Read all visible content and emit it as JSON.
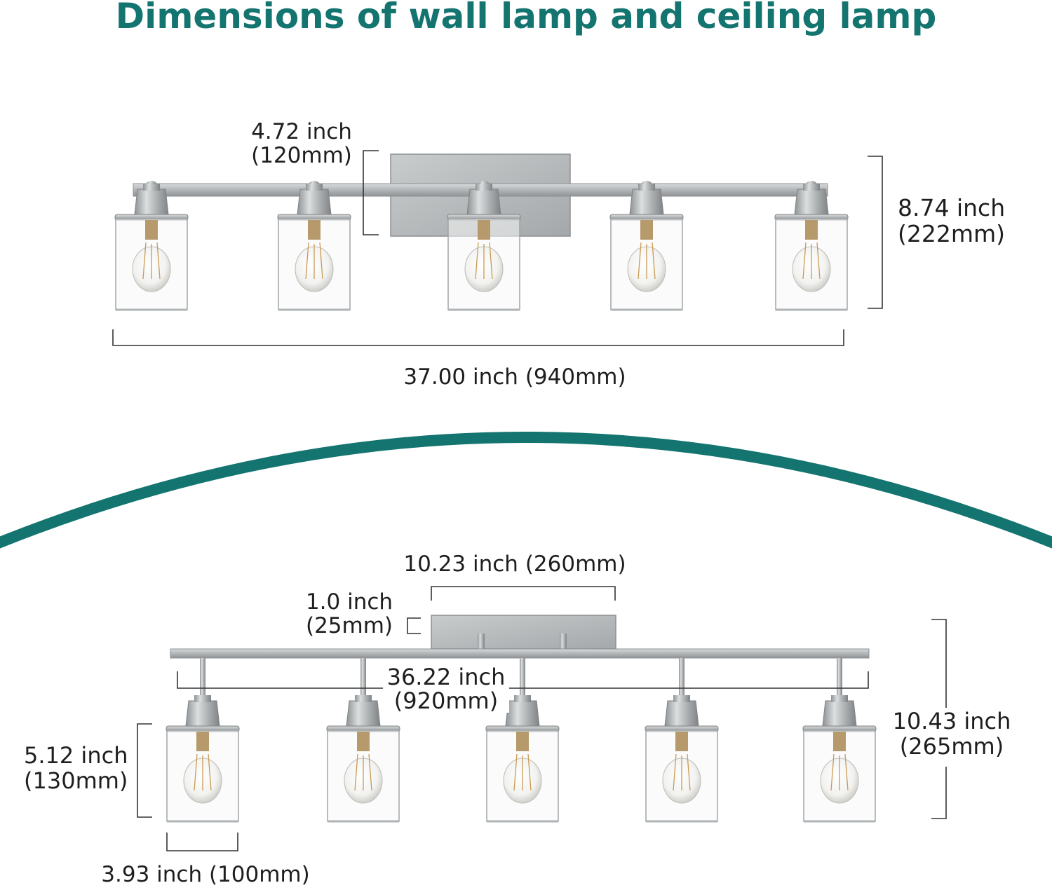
{
  "title": "Dimensions of wall lamp and ceiling lamp",
  "colors": {
    "accent": "#137470",
    "metal": "#b9bcbd",
    "text": "#1e1e1e"
  },
  "wall_lamp": {
    "backplate_height": [
      "4.72 inch",
      "(120mm)"
    ],
    "height": [
      "8.74 inch",
      "(222mm)"
    ],
    "width": "37.00 inch (940mm)",
    "shades": 5
  },
  "ceiling_lamp": {
    "canopy_width": "10.23 inch (260mm)",
    "canopy_height": [
      "1.0 inch",
      "(25mm)"
    ],
    "bar_length": [
      "36.22 inch",
      "(920mm)"
    ],
    "total_height": [
      "10.43 inch",
      "(265mm)"
    ],
    "shade_height": [
      "5.12 inch",
      "(130mm)"
    ],
    "shade_width": "3.93 inch (100mm)",
    "shades": 5
  }
}
